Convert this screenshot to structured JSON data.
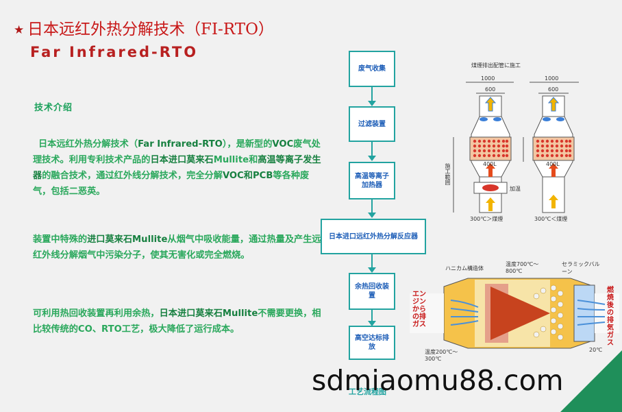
{
  "title": {
    "cn": "日本远红外热分解技术（FI-RTO）",
    "en": "Far Infrared-RTO"
  },
  "section_heading": "技术介绍",
  "paragraphs": {
    "p1": [
      {
        "t": "日本远红外热分解技术（"
      },
      {
        "t": "Far Infrared-RTO",
        "hl": true
      },
      {
        "t": "），是新型的"
      },
      {
        "t": "VOC",
        "hl": true
      },
      {
        "t": "废气处理技术。利用专利技术产品的"
      },
      {
        "t": "日本进口莫来石",
        "hl": true
      },
      {
        "t": "Mullite和"
      },
      {
        "t": "高温等离子发生器",
        "hl": true
      },
      {
        "t": "的融合技术，通过红外线分解技术，完全分解"
      },
      {
        "t": "VOC和PCB",
        "hl": true
      },
      {
        "t": "等各种废气，包括二恶英。"
      }
    ],
    "p2": [
      {
        "t": "装置中特殊的"
      },
      {
        "t": "进口莫来石Mullite",
        "hl": true
      },
      {
        "t": "从烟气中吸收能量，通过热量及产生远红外线分解烟气中污染分子，使其无害化或完全燃烧。"
      }
    ],
    "p3": [
      {
        "t": "可利用热回收装置再利用余热，"
      },
      {
        "t": "日本进口莫来石Mullite",
        "hl": true
      },
      {
        "t": "不需要更换，相比较传统的CO、RTO工艺，极大降低了运行成本。"
      }
    ]
  },
  "flow": {
    "steps": [
      "废气收集",
      "过滤装置",
      "高温等离子加热器",
      "日本进口远红外热分解反应器",
      "余热回收装置",
      "高空达标排放"
    ],
    "caption": "工艺流程图"
  },
  "diagram_top": {
    "caption": "煤煙排出配管に施工",
    "dim_outer": "1000",
    "dim_inner": "600",
    "volume": "400L",
    "side_label": "施工範囲",
    "heater_label": "加温",
    "left_bottom": "300℃＞煤煙",
    "right_bottom": "300℃＜煤煙"
  },
  "diagram_bottom": {
    "honeycomb": "ハニカム構造体",
    "temp_top": "温度700℃～800℃",
    "ceramic": "セラミックバルーン",
    "engine_exhaust": "エンジンからの排ガス",
    "after_exhaust": "燃焼後の排気ガス",
    "temp_bottom": "温度200℃～300℃",
    "temp_right": "20℃"
  },
  "watermark": "sdmiaomu88.com",
  "colors": {
    "title": "#c81818",
    "text": "#2aa85c",
    "flow_border": "#22a3a0",
    "flow_text": "#1f5fb8"
  }
}
